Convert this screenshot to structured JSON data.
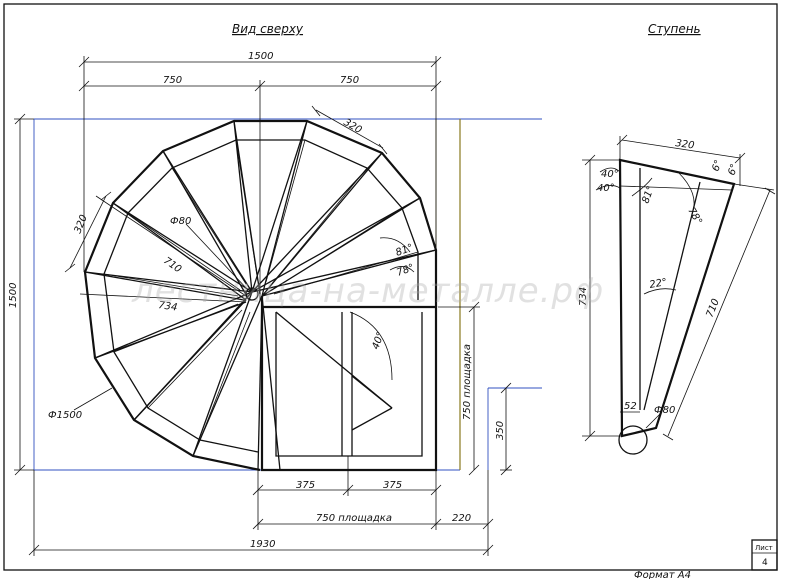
{
  "titles": {
    "top_view": "Вид сверху",
    "step": "Ступень"
  },
  "dimensions": {
    "width_total": "1500",
    "half_left": "750",
    "half_right": "750",
    "height_total": "1500",
    "step_width_top": "320",
    "step_width_left": "320",
    "center_pole": "Ф80",
    "step_length_710": "710",
    "step_length_734": "734",
    "outer_diameter": "Ф1500",
    "angle_81": "81°",
    "angle_78": "78°",
    "angle_40": "40°",
    "landing_vertical": "750 площадка",
    "landing_offset": "350",
    "bottom_375_left": "375",
    "bottom_375_right": "375",
    "landing_horizontal": "750 площадка",
    "offset_220": "220",
    "overall_1930": "1930"
  },
  "step_detail": {
    "top_width": "320",
    "angle_40a": "40°",
    "angle_40b": "40°",
    "angle_81": "81°",
    "angle_6a": "6°",
    "angle_6b": "6°",
    "angle_78": "78°",
    "angle_22": "22°",
    "height_734": "734",
    "length_710": "710",
    "bottom_52": "52",
    "pole_80": "Ф80"
  },
  "watermark": "лестница-на-металле.рф",
  "title_block": {
    "label": "Лист",
    "number": "4"
  },
  "format": "Формат А4"
}
